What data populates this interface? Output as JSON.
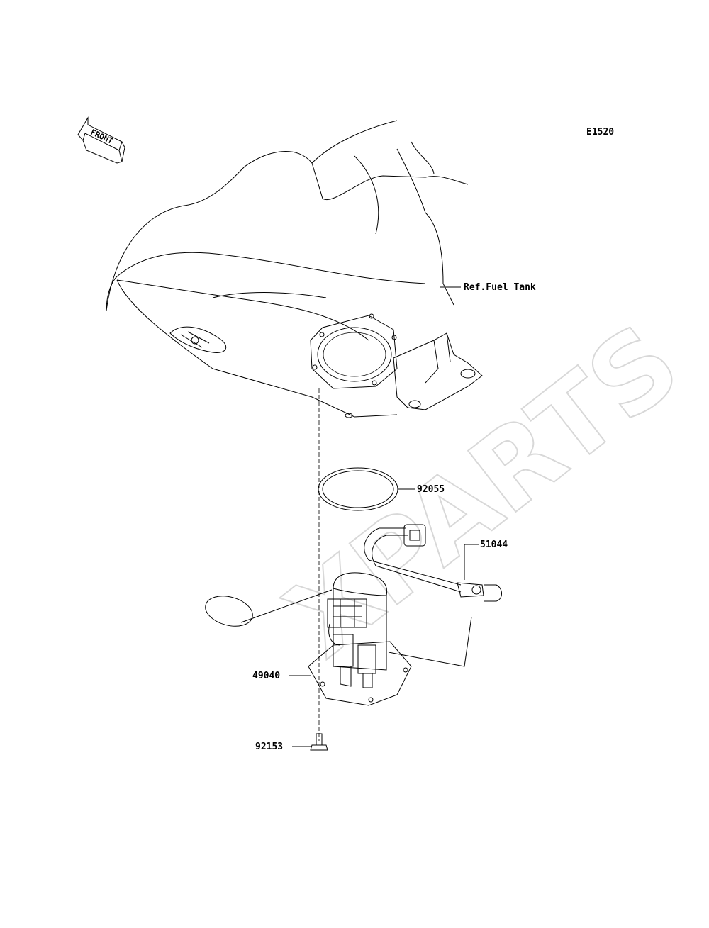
{
  "diagram": {
    "code": "E1520",
    "front_label": "FRONT",
    "watermark": "XPARTS",
    "callouts": {
      "fuel_tank": "Ref.Fuel Tank",
      "o_ring": "92055",
      "hose": "51044",
      "pump": "49040",
      "bolt": "92153"
    }
  }
}
